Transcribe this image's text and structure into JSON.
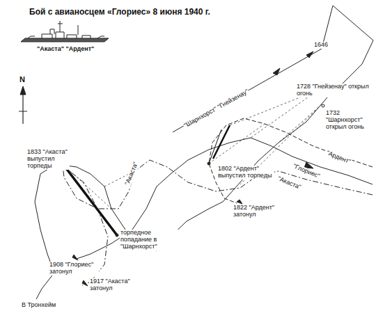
{
  "diagram": {
    "title": "Бой с авианосцем «Глориес» 8 июня 1940 г.",
    "labels": [
      "\"Акаста\" \"Ардент\"",
      "N",
      "1646",
      "\"Шарнхорст\" \"Гнейзенау\"",
      "1728 \"Гнейзенау\" открыл огонь",
      "1732 \"Шарнхорст\" открыл огонь",
      "\"Ардент\"",
      "\"Глориес\"",
      "\"Акаста\"",
      "\"Акаста\"",
      "1802 \"Ардент\" выпустил торпеды",
      "1822 \"Ардент\" затонул",
      "1833 \"Акаста\" выпустил торпеды",
      "торпедное попадание в \"Шарнхорст\"",
      "1908 \"Глориес\" затонул",
      "1917 \"Акаста\" затонул",
      "В Тронхейм"
    ]
  }
}
